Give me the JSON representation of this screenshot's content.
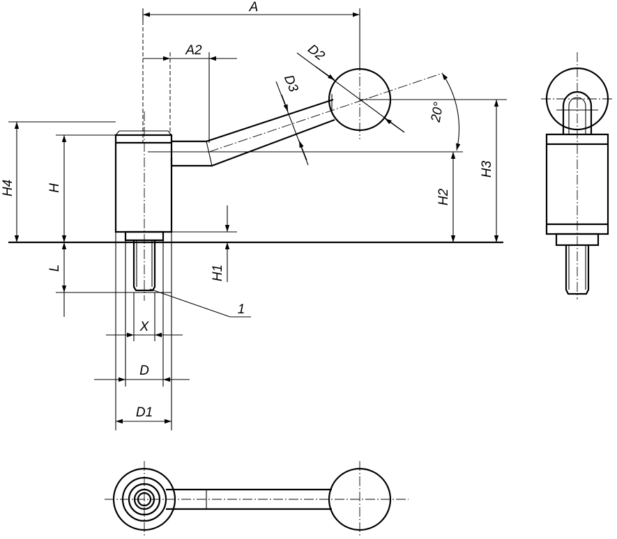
{
  "labels": {
    "A": "A",
    "A2": "A2",
    "D2": "D2",
    "D3": "D3",
    "angle": "20°",
    "H4": "H4",
    "H": "H",
    "H3": "H3",
    "H2": "H2",
    "H1": "H1",
    "L": "L",
    "X": "X",
    "D": "D",
    "D1": "D1",
    "item": "1"
  }
}
